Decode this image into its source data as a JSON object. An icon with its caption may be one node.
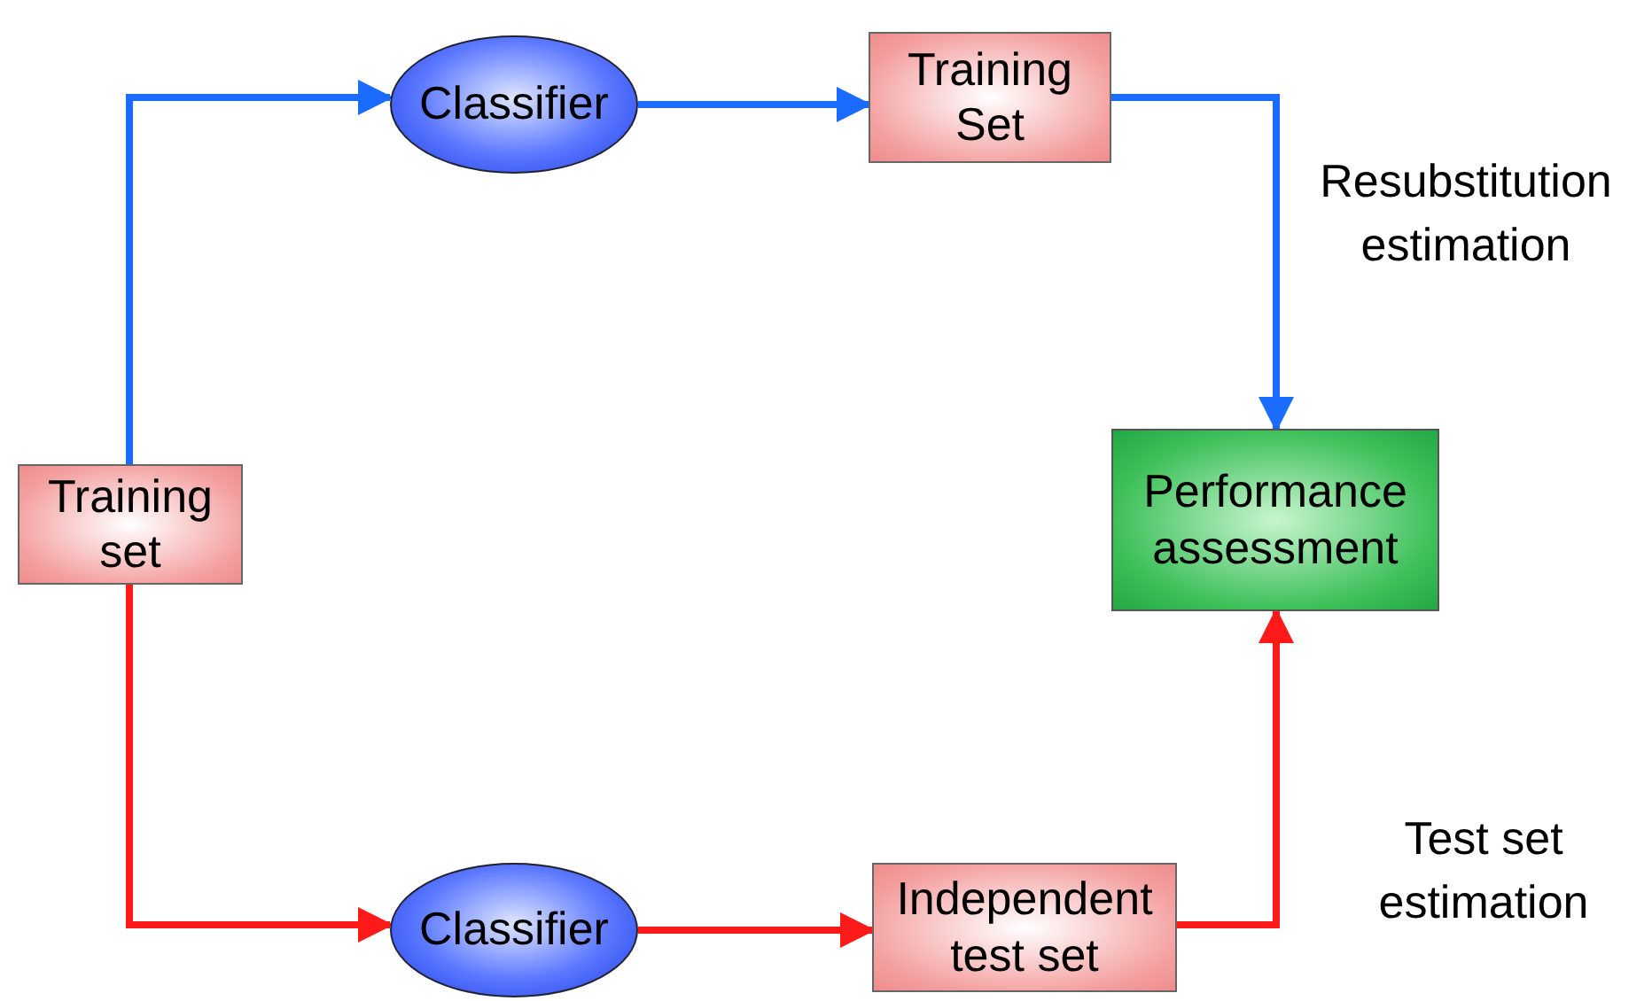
{
  "diagram": {
    "nodes": [
      {
        "text": [
          "Training set"
        ]
      },
      {
        "text": [
          "Classifier"
        ]
      },
      {
        "text": [
          "Training Set"
        ]
      },
      {
        "text": [
          "Performance assessment"
        ]
      },
      {
        "text": [
          "Classifier"
        ]
      },
      {
        "text": [
          "Independent test set"
        ]
      }
    ],
    "edges": [
      {
        "from": 0,
        "to": 1,
        "arrow": "to",
        "color": "#1a6cff"
      },
      {
        "from": 1,
        "to": 2,
        "arrow": "to",
        "color": "#1a6cff"
      },
      {
        "from": 2,
        "to": 3,
        "arrow": "to",
        "color": "#1a6cff"
      },
      {
        "from": 0,
        "to": 4,
        "arrow": "to",
        "color": "#ff1a1a"
      },
      {
        "from": 4,
        "to": 5,
        "arrow": "to",
        "color": "#ff1a1a"
      },
      {
        "from": 5,
        "to": 3,
        "arrow": "to",
        "color": "#ff1a1a"
      }
    ],
    "labels": [
      "Resubstitution estimation",
      "Test set estimation"
    ]
  }
}
